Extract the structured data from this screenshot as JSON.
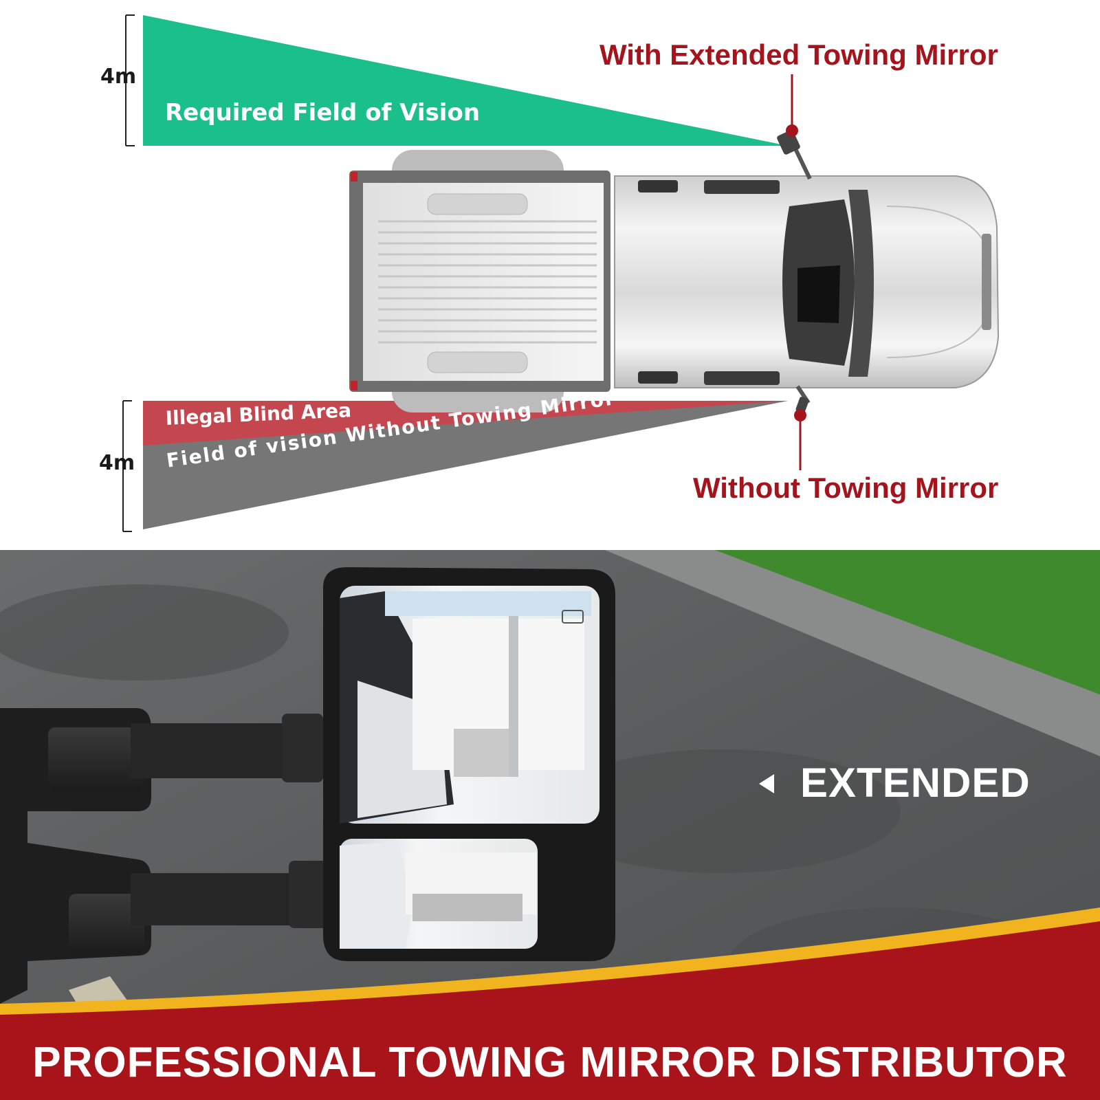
{
  "diagram": {
    "top_dimension": "4m",
    "bottom_dimension": "4m",
    "required_zone_label": "Required Field of Vision",
    "blind_zone_label": "Illegal Blind Area",
    "without_zone_label": "Field of vision Without Towing Mirror",
    "callout_with": "With Extended Towing Mirror",
    "callout_without": "Without Towing Mirror"
  },
  "photo": {
    "extended_label": "EXTENDED"
  },
  "banner": {
    "text": "PROFESSIONAL TOWING MIRROR DISTRIBUTOR"
  },
  "colors": {
    "required_zone": "#1abf8a",
    "blind_zone": "#c4474f",
    "without_zone": "#767676",
    "callout_red": "#a3141c",
    "banner_red": "#a8141a",
    "banner_gold": "#f2b41e"
  }
}
